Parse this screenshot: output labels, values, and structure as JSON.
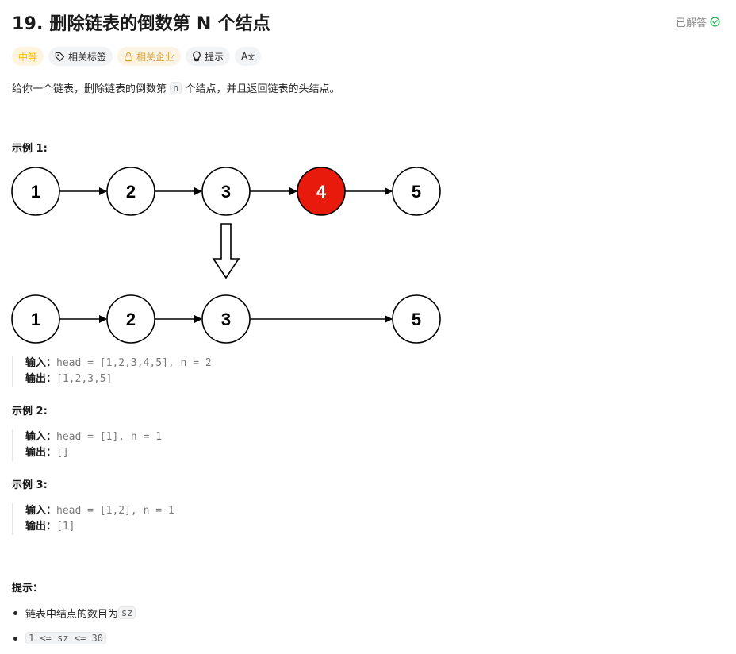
{
  "title": "19. 删除链表的倒数第 N 个结点",
  "status": {
    "label": "已解答",
    "color": "#2db55d"
  },
  "tags": [
    {
      "label": "中等",
      "kind": "difficulty"
    },
    {
      "label": "相关标签",
      "kind": "tag",
      "icon": "tag-icon"
    },
    {
      "label": "相关企业",
      "kind": "company",
      "icon": "lock-icon"
    },
    {
      "label": "提示",
      "kind": "hint",
      "icon": "lightbulb-icon"
    },
    {
      "label": "A",
      "kind": "translate",
      "icon": "translate-icon"
    }
  ],
  "description": {
    "before": "给你一个链表，删除链表的倒数第 ",
    "code": "n",
    "after": " 个结点，并且返回链表的头结点。"
  },
  "examples": [
    {
      "label": "示例 1:",
      "input_label": "输入：",
      "input_value": "head = [1,2,3,4,5], n = 2",
      "output_label": "输出：",
      "output_value": "[1,2,3,5]"
    },
    {
      "label": "示例 2:",
      "input_label": "输入：",
      "input_value": "head = [1], n = 1",
      "output_label": "输出：",
      "output_value": "[]"
    },
    {
      "label": "示例 3:",
      "input_label": "输入：",
      "input_value": "head = [1,2], n = 1",
      "output_label": "输出：",
      "output_value": "[1]"
    }
  ],
  "diagram": {
    "before_nodes": [
      "1",
      "2",
      "3",
      "4",
      "5"
    ],
    "removed_index": 3,
    "after_nodes": [
      "1",
      "2",
      "3",
      "5"
    ],
    "removed_color": "#e81a0c"
  },
  "hints": {
    "label": "提示：",
    "items": [
      {
        "before": "链表中结点的数目为 ",
        "code": "sz"
      },
      {
        "before": "",
        "code": "1 <= sz <= 30"
      }
    ]
  }
}
